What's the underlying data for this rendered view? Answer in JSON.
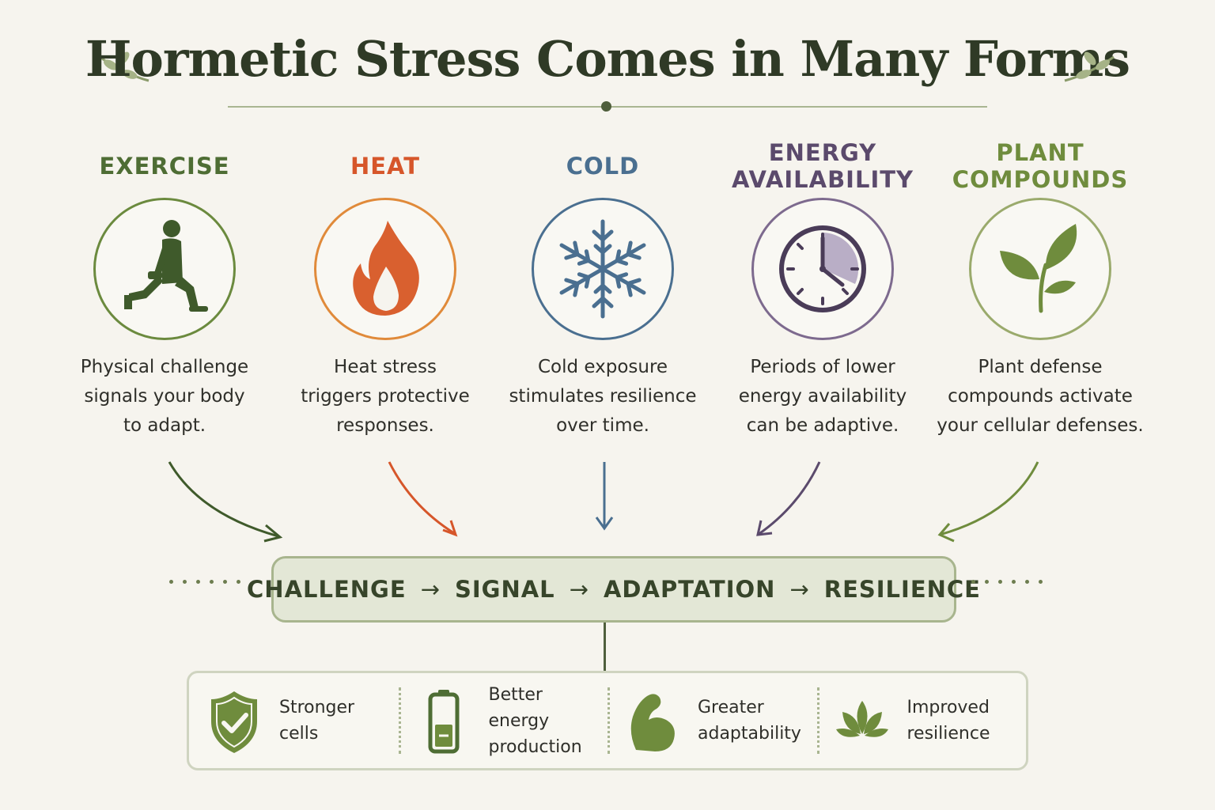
{
  "title": "Hormetic Stress Comes in Many Forms",
  "colors": {
    "exercise": "#4e6d34",
    "heat": "#d6562a",
    "cold": "#4a6f90",
    "energy": "#5b4a6c",
    "plant": "#6f8c3d",
    "accent": "#4f5e3c"
  },
  "stressors": [
    {
      "id": "exercise",
      "title": "EXERCISE",
      "icon": "lunge-with-dumbbell-icon",
      "desc": "Physical challenge\nsignals your body\nto adapt."
    },
    {
      "id": "heat",
      "title": "HEAT",
      "icon": "flame-icon",
      "desc": "Heat stress\ntriggers protective\nresponses."
    },
    {
      "id": "cold",
      "title": "COLD",
      "icon": "snowflake-icon",
      "desc": "Cold exposure\nstimulates resilience\nover time."
    },
    {
      "id": "energy",
      "title": "ENERGY\nAVAILABILITY",
      "icon": "clock-icon",
      "desc": "Periods of lower\nenergy availability\ncan be adaptive."
    },
    {
      "id": "plant",
      "title": "PLANT\nCOMPOUNDS",
      "icon": "leaf-sprout-icon",
      "desc": "Plant defense\ncompounds activate\nyour cellular defenses."
    }
  ],
  "flow": {
    "steps": [
      "CHALLENGE",
      "SIGNAL",
      "ADAPTATION",
      "RESILIENCE"
    ],
    "separator": "→"
  },
  "benefits": [
    {
      "icon": "shield-check-icon",
      "label": "Stronger cells"
    },
    {
      "icon": "battery-icon",
      "label": "Better energy\nproduction"
    },
    {
      "icon": "flexed-arm-icon",
      "label": "Greater\nadaptability"
    },
    {
      "icon": "lotus-icon",
      "label": "Improved\nresilience"
    }
  ]
}
